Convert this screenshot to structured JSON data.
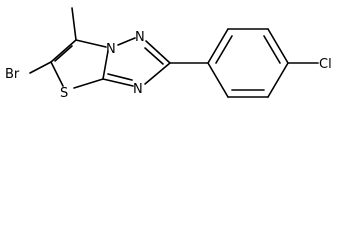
{
  "molecule": {
    "atoms": {
      "bromine": "Br",
      "sulfur": "S",
      "nitrogen_bridgehead": "N",
      "nitrogen_upper": "N",
      "nitrogen_lower": "N",
      "chlorine": "Cl"
    },
    "colors": {
      "bond": "#000000",
      "label": "#000000",
      "background": "#ffffff"
    }
  }
}
